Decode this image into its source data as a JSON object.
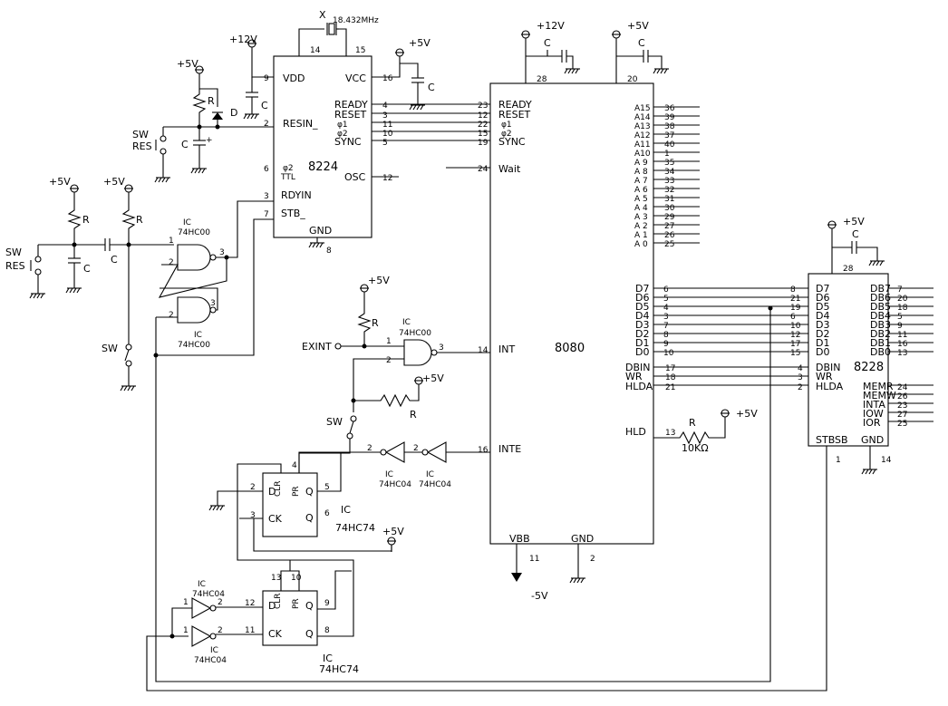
{
  "ic8224": {
    "name": "8224",
    "pins": {
      "vdd": "VDD",
      "vcc": "VCC",
      "ready": "READY",
      "reset": "RESET",
      "resin": "RESIN_",
      "phi1": "φ1",
      "phi2": "φ2",
      "sync": "SYNC",
      "ttl": "TTL",
      "osc": "OSC",
      "rdyin": "RDYIN",
      "stb": "STB_",
      "gnd": "GND"
    },
    "pinnums": {
      "p9": "9",
      "p2": "2",
      "p6": "6",
      "p3": "3",
      "p7": "7",
      "p16": "16",
      "p4": "4",
      "p11": "11",
      "p10": "10",
      "p5": "5",
      "p12": "12",
      "p14": "14",
      "p15": "15",
      "p8": "8"
    }
  },
  "ic8080": {
    "name": "8080",
    "pins": {
      "ready": "READY",
      "reset": "RESET",
      "phi1": "φ1",
      "phi2": "φ2",
      "sync": "SYNC",
      "wait": "Wait",
      "int": "INT",
      "inte": "INTE",
      "vbb": "VBB",
      "gnd": "GND",
      "dbin": "DBIN",
      "wr": "WR",
      "hlda": "HLDA",
      "hld": "HLD"
    },
    "pinnums": {
      "ready": "23",
      "reset": "12",
      "phi1": "22",
      "phi2": "15",
      "sync": "19",
      "wait": "24",
      "int": "14",
      "inte": "16",
      "vdd": "28",
      "vcc": "20",
      "vbb": "11",
      "gnd": "2",
      "dbin": "17",
      "wr": "18",
      "hlda": "21",
      "hld": "13"
    },
    "address_pins": [
      {
        "label": "A15",
        "num": "36"
      },
      {
        "label": "A14",
        "num": "39"
      },
      {
        "label": "A13",
        "num": "38"
      },
      {
        "label": "A12",
        "num": "37"
      },
      {
        "label": "A11",
        "num": "40"
      },
      {
        "label": "A10",
        "num": "1"
      },
      {
        "label": "A 9",
        "num": "35"
      },
      {
        "label": "A 8",
        "num": "34"
      },
      {
        "label": "A 7",
        "num": "33"
      },
      {
        "label": "A 6",
        "num": "32"
      },
      {
        "label": "A 5",
        "num": "31"
      },
      {
        "label": "A 4",
        "num": "30"
      },
      {
        "label": "A 3",
        "num": "29"
      },
      {
        "label": "A 2",
        "num": "27"
      },
      {
        "label": "A 1",
        "num": "26"
      },
      {
        "label": "A 0",
        "num": "25"
      }
    ],
    "data_pins": [
      {
        "label": "D7",
        "num": "6"
      },
      {
        "label": "D6",
        "num": "5"
      },
      {
        "label": "D5",
        "num": "4"
      },
      {
        "label": "D4",
        "num": "3"
      },
      {
        "label": "D3",
        "num": "7"
      },
      {
        "label": "D2",
        "num": "8"
      },
      {
        "label": "D1",
        "num": "9"
      },
      {
        "label": "D0",
        "num": "10"
      }
    ]
  },
  "ic8228": {
    "name": "8228",
    "pins": {
      "dbin": "DBIN",
      "wr": "WR",
      "hlda": "HLDA",
      "memr": "MEMR",
      "memw": "MEMW",
      "inta": "INTA",
      "iow": "IOW",
      "ior": "IOR",
      "stbsb": "STBSB",
      "gnd": "GND"
    },
    "pinnums": {
      "vcc": "28",
      "stbsb": "1",
      "gnd": "14",
      "dbin": "4",
      "wr": "3",
      "hlda": "2",
      "memr": "24",
      "memw": "26",
      "inta": "23",
      "iow": "27",
      "ior": "25"
    },
    "cpu_side": [
      {
        "label": "D7",
        "num": "8"
      },
      {
        "label": "D6",
        "num": "21"
      },
      {
        "label": "D5",
        "num": "19"
      },
      {
        "label": "D4",
        "num": "6"
      },
      {
        "label": "D3",
        "num": "10"
      },
      {
        "label": "D2",
        "num": "12"
      },
      {
        "label": "D1",
        "num": "17"
      },
      {
        "label": "D0",
        "num": "15"
      }
    ],
    "bus_side": [
      {
        "label": "DB7",
        "num": "7"
      },
      {
        "label": "DB6",
        "num": "20"
      },
      {
        "label": "DB5",
        "num": "18"
      },
      {
        "label": "DB4",
        "num": "5"
      },
      {
        "label": "DB3",
        "num": "9"
      },
      {
        "label": "DB2",
        "num": "11"
      },
      {
        "label": "DB1",
        "num": "16"
      },
      {
        "label": "DB0",
        "num": "13"
      }
    ]
  },
  "power": {
    "p5": "+5V",
    "p12": "+12V",
    "m5": "-5V"
  },
  "components": {
    "crystal_label": "X",
    "crystal_freq": "18.432MHz",
    "c": "C",
    "r": "R",
    "d": "D",
    "sw": "SW",
    "res": "RES",
    "plus": "+",
    "ic": "IC",
    "hc00": "74HC00",
    "hc04": "74HC04",
    "hc74": "74HC74",
    "r10k": "10KΩ"
  },
  "ff": {
    "d": "D",
    "q": "Q",
    "qbar": "Q",
    "ck": "CK",
    "clr": "CLR",
    "pr": "PR"
  },
  "signals": {
    "exint": "EXINT"
  },
  "pins": {
    "n1": "1",
    "n2": "2",
    "n3": "3",
    "n4": "4",
    "n5": "5",
    "n6": "6",
    "n8": "8",
    "n9": "9",
    "n10": "10",
    "n11": "11",
    "n12": "12",
    "n13": "13"
  }
}
